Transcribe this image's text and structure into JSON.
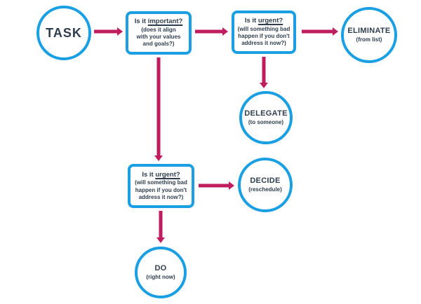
{
  "colors": {
    "node_border": "#1a9fe3",
    "arrow": "#c01d5f",
    "text": "#2f3e4e",
    "bg": "#ffffff"
  },
  "nodes": {
    "task": {
      "label": "TASK"
    },
    "important": {
      "question_prefix": "Is it ",
      "keyword": "important?",
      "subtext": "(does it align\nwith your values\nand goals?)"
    },
    "urgent_top": {
      "question_prefix": "Is it ",
      "keyword": "urgent?",
      "subtext": "(will something bad\nhappen if you don't\naddress it now?)"
    },
    "eliminate": {
      "label": "ELIMINATE",
      "subtext": "(from list)"
    },
    "delegate": {
      "label": "DELEGATE",
      "subtext": "(to someone)"
    },
    "urgent_bottom": {
      "question_prefix": "Is it ",
      "keyword": "urgent?",
      "subtext": "(will something bad\nhappen if you don't\naddress it now?)"
    },
    "decide": {
      "label": "DECIDE",
      "subtext": "(reschedule)"
    },
    "do": {
      "label": "DO",
      "subtext": "(right now)"
    }
  }
}
